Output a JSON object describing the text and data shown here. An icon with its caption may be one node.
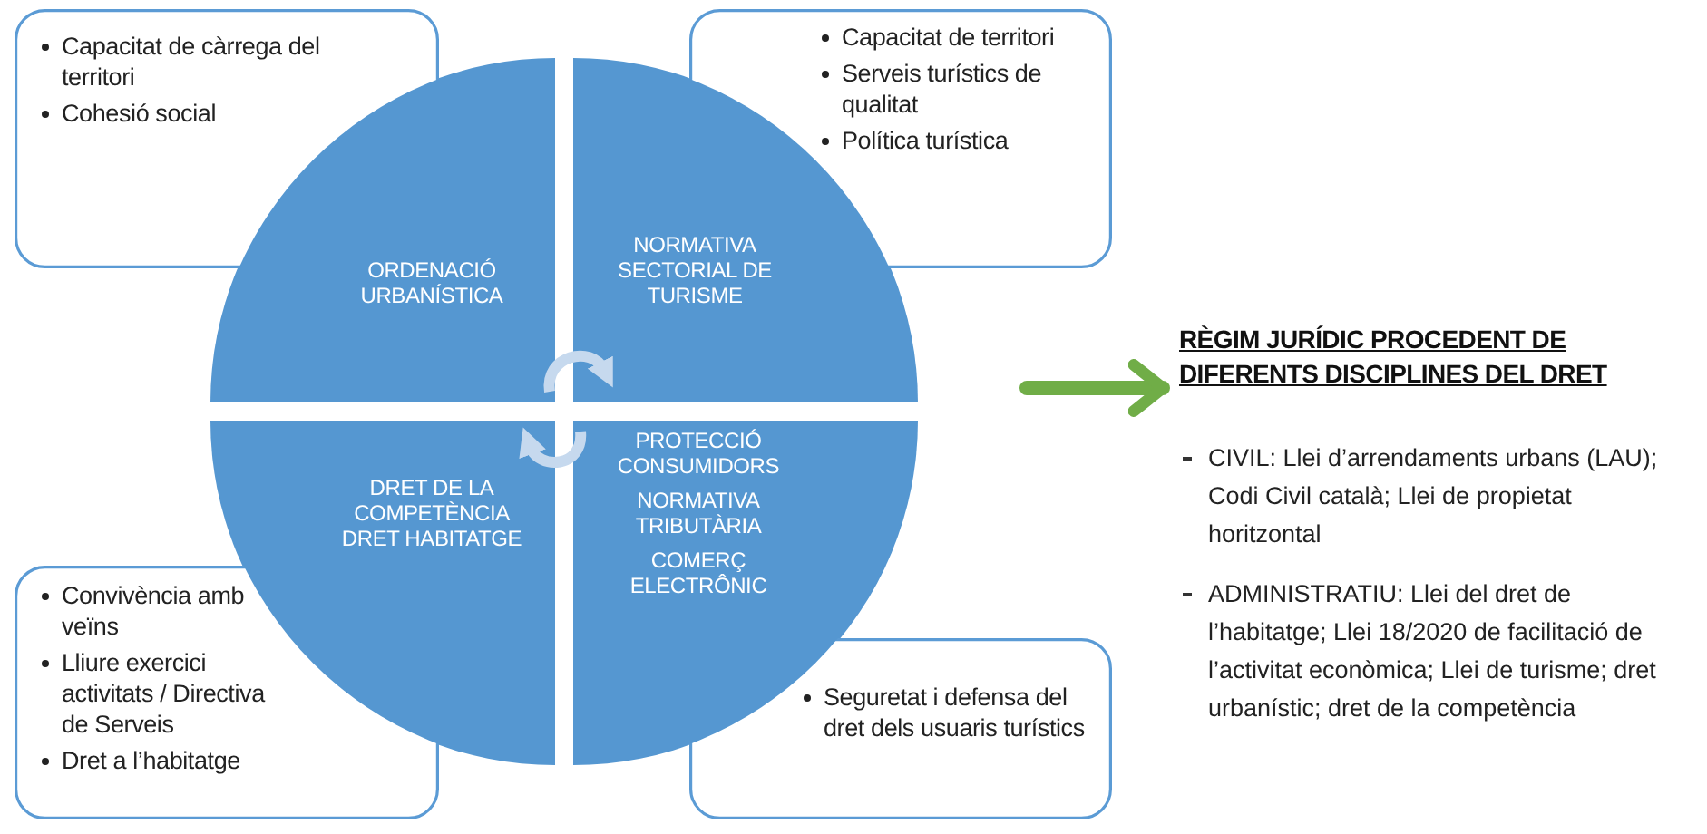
{
  "diagram": {
    "nodes": [
      {
        "text": [
          "Capacitat de càrrega del territori",
          "Cohesió social"
        ]
      },
      {
        "text": [
          "Capacitat de territori",
          "Serveis turístics de qualitat",
          "Política turística"
        ]
      },
      {
        "text": [
          "ORDENACIÓ URBANÍSTICA"
        ]
      },
      {
        "text": [
          "NORMATIVA SECTORIAL DE TURISME"
        ]
      },
      {
        "text": [
          "DRET DE LA COMPETÈNCIA DRET HABITATGE"
        ]
      },
      {
        "text": [
          "PROTECCIÓ CONSUMIDORS",
          "NORMATIVA TRIBUTÀRIA",
          "COMERÇ ELECTRÔNIC"
        ]
      },
      {
        "text": [
          "Convivència amb veïns",
          "Lliure exercici activitats / Directiva de Serveis",
          "Dret a l’habitatge"
        ]
      },
      {
        "text": [
          "Seguretat i defensa del dret dels usuaris turístics"
        ]
      },
      {
        "text": [
          "RÈGIM JURÍDIC PROCEDENT DE DIFERENTS DISCIPLINES DEL DRET",
          "CIVIL: Llei d’arrendaments urbans (LAU); Codi Civil català; Llei de propietat horitzontal",
          "ADMINISTRATIU: Llei del dret de l’habitatge; Llei 18/2020 de facilitació de l’activitat econòmica; Llei de turisme; dret urbanístic; dret de la competència"
        ]
      }
    ],
    "edges": [
      {
        "from": 2,
        "to": 3,
        "arrow": "to"
      },
      {
        "from": 5,
        "to": 4,
        "arrow": "to"
      },
      {
        "from": null,
        "to": 8,
        "arrow": "to",
        "color": "#70ad47"
      }
    ]
  }
}
